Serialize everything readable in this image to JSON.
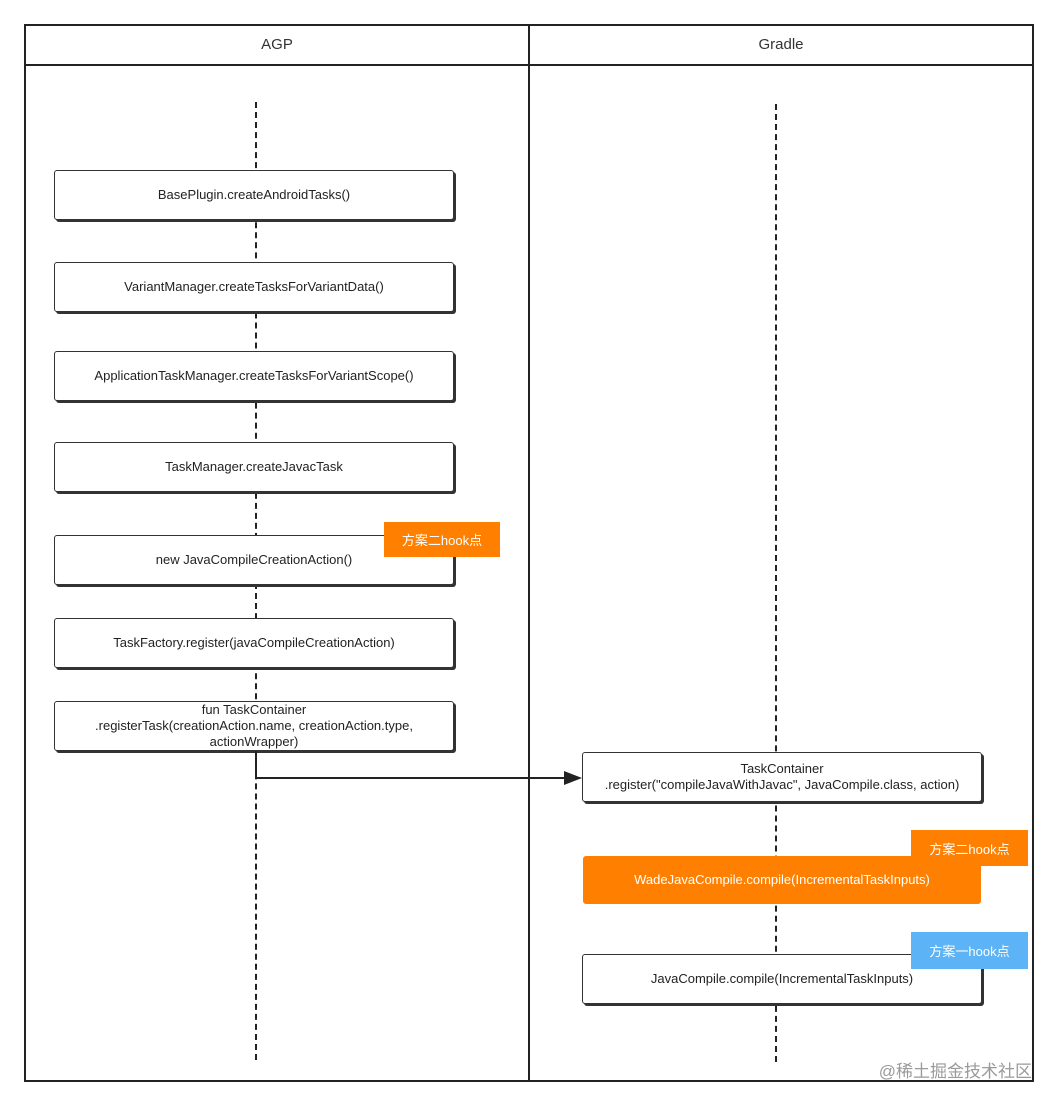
{
  "lanes": {
    "left": "AGP",
    "right": "Gradle"
  },
  "agp_steps": [
    "BasePlugin.createAndroidTasks()",
    "VariantManager.createTasksForVariantData()",
    "ApplicationTaskManager.createTasksForVariantScope()",
    "TaskManager.createJavacTask",
    "new JavaCompileCreationAction()",
    "TaskFactory.register(javaCompileCreationAction)",
    "fun TaskContainer\n.registerTask(creationAction.name, creationAction.type,\nactionWrapper)"
  ],
  "gradle_steps": {
    "register": "TaskContainer\n.register(\"compileJavaWithJavac\", JavaCompile.class, action)",
    "wade_compile": "WadeJavaCompile.compile(IncrementalTaskInputs)",
    "java_compile": "JavaCompile.compile(IncrementalTaskInputs)"
  },
  "hook_tags": {
    "scheme_two_agp": "方案二hook点",
    "scheme_two_gradle": "方案二hook点",
    "scheme_one_gradle": "方案一hook点"
  },
  "watermark": "@稀土掘金技术社区",
  "colors": {
    "orange": "#ff8000",
    "blue": "#5cb3f5",
    "stroke": "#222222"
  }
}
